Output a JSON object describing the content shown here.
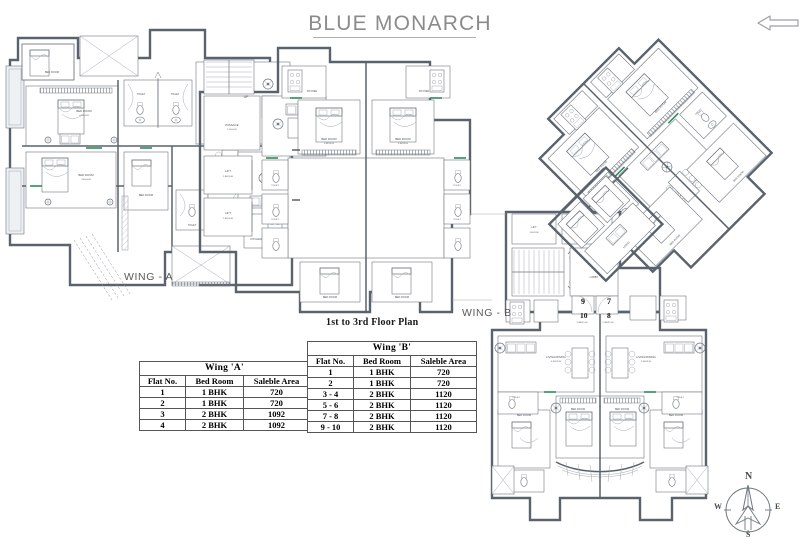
{
  "document": {
    "title": "BLUE MONARCH",
    "caption": "1st to 3rd Floor Plan"
  },
  "labels": {
    "wing_a": "WING - A",
    "wing_b": "WING - B"
  },
  "compass": {
    "north": "N",
    "east": "E",
    "south": "S",
    "west": "W"
  },
  "icons": {
    "top_arrow": "left-arrow-icon",
    "compass_rose": "compass-rose-icon"
  },
  "tables": {
    "wing_a": {
      "caption": "Wing 'A'",
      "columns": [
        "Flat No.",
        "Bed Room",
        "Saleble Area"
      ],
      "rows": [
        [
          "1",
          "1 BHK",
          "720"
        ],
        [
          "2",
          "1 BHK",
          "720"
        ],
        [
          "3",
          "2 BHK",
          "1092"
        ],
        [
          "4",
          "2 BHK",
          "1092"
        ]
      ]
    },
    "wing_b": {
      "caption": "Wing 'B'",
      "columns": [
        "Flat No.",
        "Bed Room",
        "Saleble Area"
      ],
      "rows": [
        [
          "1",
          "1 BHK",
          "720"
        ],
        [
          "2",
          "1 BHK",
          "720"
        ],
        [
          "3 - 4",
          "2 BHK",
          "1120"
        ],
        [
          "5 - 6",
          "2 BHK",
          "1120"
        ],
        [
          "7 - 8",
          "2 BHK",
          "1120"
        ],
        [
          "9 - 10",
          "2 BHK",
          "1120"
        ]
      ]
    }
  },
  "plan_annotations": {
    "flat_numbers": [
      "7",
      "8",
      "9",
      "10"
    ],
    "room_names": [
      "BED ROOM",
      "TOILET",
      "KITCHEN",
      "LIVING",
      "DINING",
      "LIVING/DINING",
      "LIFT",
      "UP",
      "PASSAGE"
    ],
    "colors": {
      "line": "#58606b",
      "line_light": "#9aa3ae",
      "fill_light": "#eef1f4",
      "accent_green": "#2e8b57",
      "title": "#8b8b8b"
    }
  }
}
